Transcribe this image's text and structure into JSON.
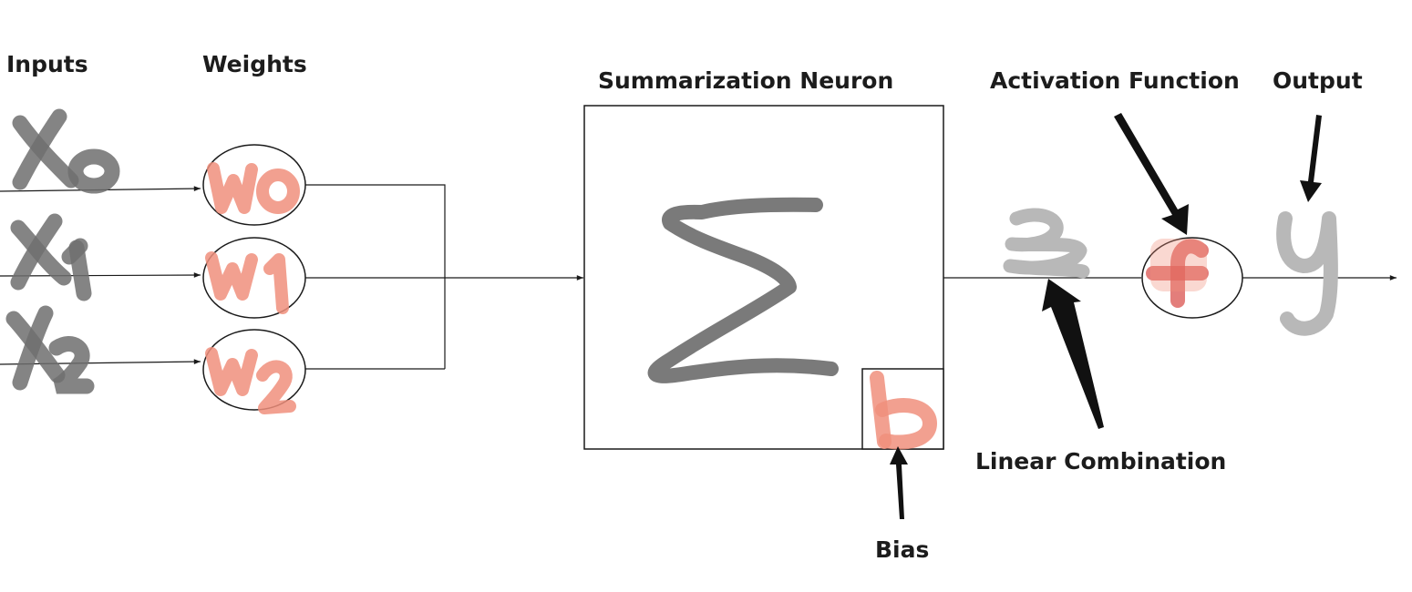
{
  "labels": {
    "inputs": "Inputs",
    "weights": "Weights",
    "summarization_neuron": "Summarization Neuron",
    "activation_function": "Activation Function",
    "output": "Output",
    "linear_combination": "Linear Combination",
    "bias": "Bias"
  },
  "handwritten": {
    "input_0": "X0",
    "input_1": "X1",
    "input_2": "X2",
    "weight_0": "W0",
    "weight_1": "W1",
    "weight_2": "W2",
    "sum_symbol": "Σ",
    "bias_symbol": "b",
    "linear_combination_symbol": "z",
    "activation_symbol": "f",
    "output_symbol": "y"
  },
  "colors": {
    "ink_gray": "#7a7a7a",
    "ink_light_gray": "#b8b8b8",
    "salmon": "#f08f7c",
    "salmon_dark": "#d9534f",
    "line": "#1a1a1a",
    "label_text": "#1c1c1c"
  }
}
